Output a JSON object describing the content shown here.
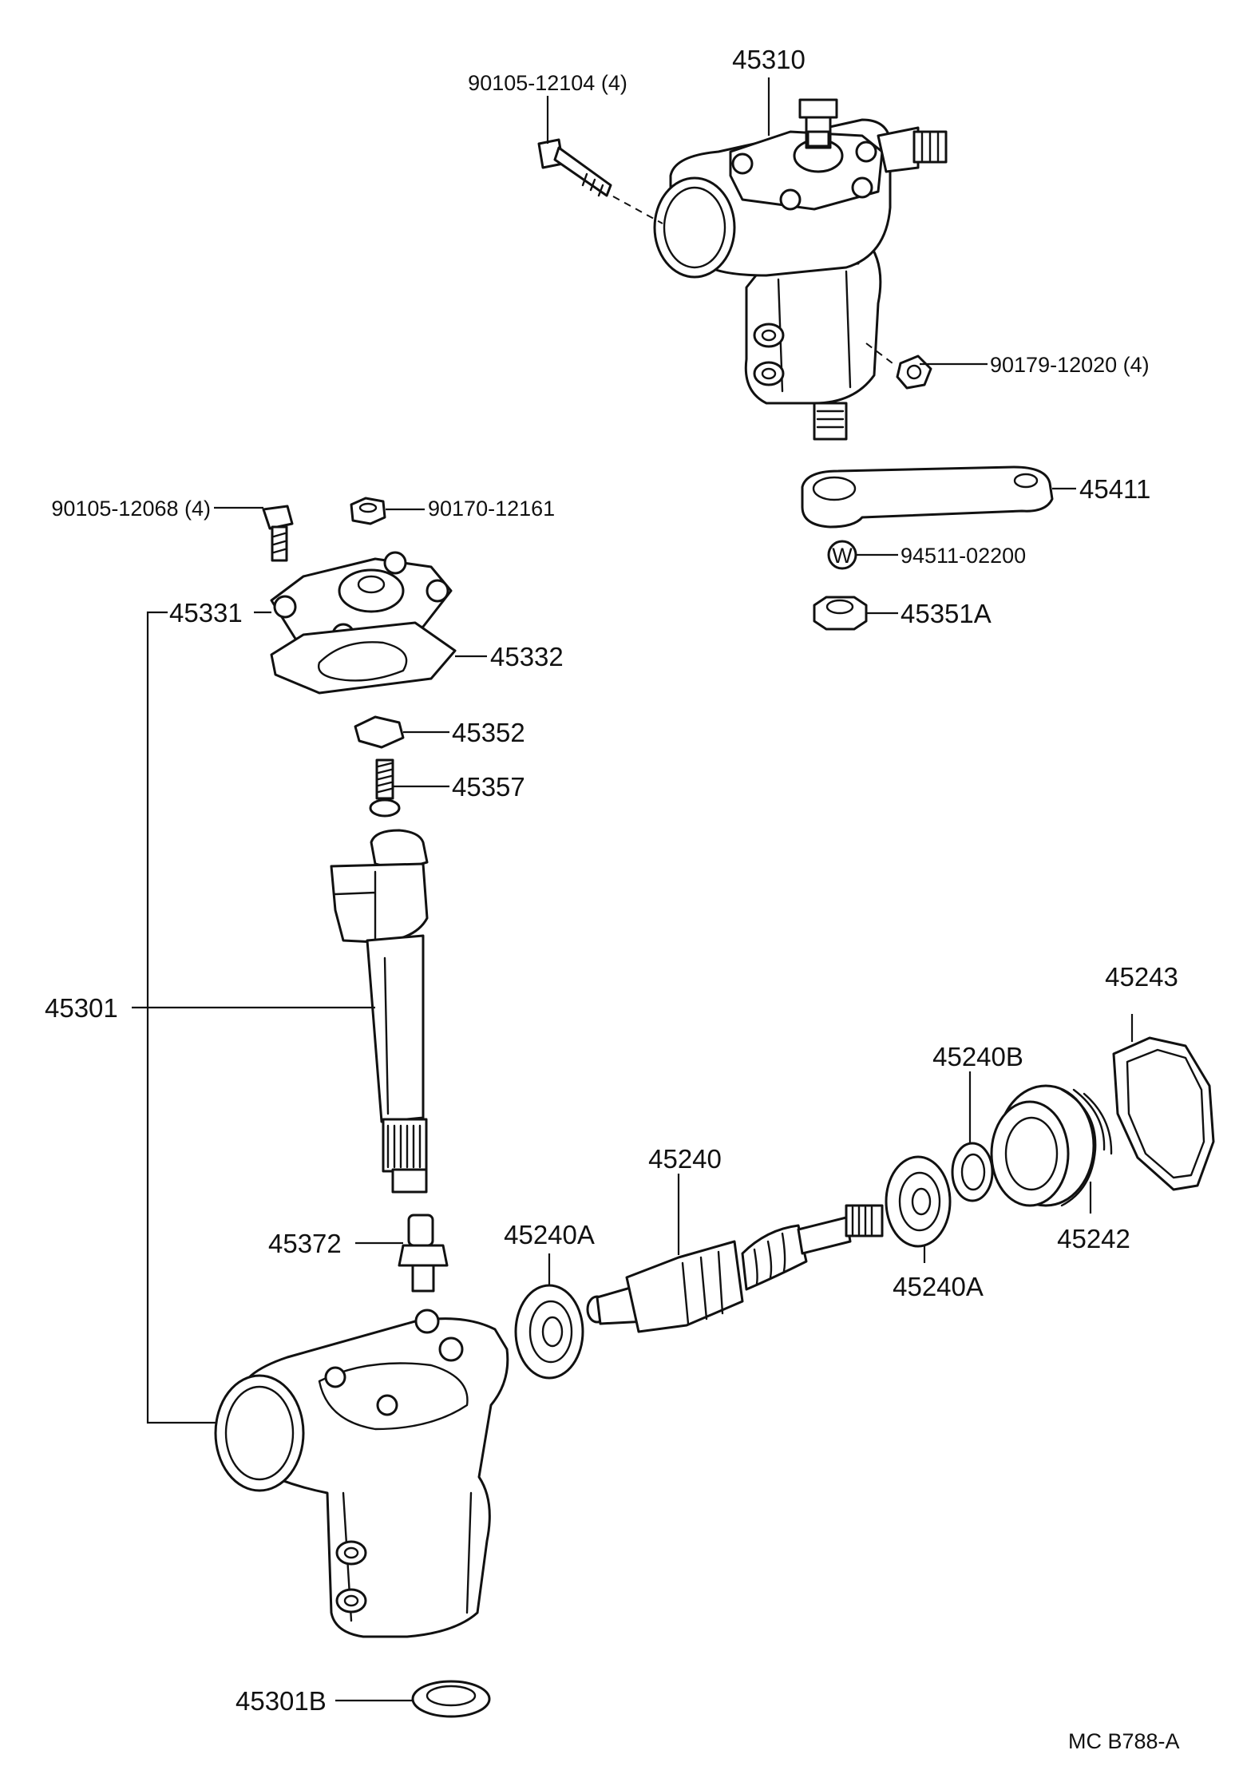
{
  "part_labels": {
    "p45310": "45310",
    "p90105_12104": "90105-12104 (4)",
    "p90179_12020": "90179-12020 (4)",
    "p45411": "45411",
    "p94511_02200": "94511-02200",
    "p45351a": "45351A",
    "p90105_12068": "90105-12068 (4)",
    "p90170_12161": "90170-12161",
    "p45331": "45331",
    "p45332": "45332",
    "p45352": "45352",
    "p45357": "45357",
    "p45301": "45301",
    "p45372": "45372",
    "p45240a_left": "45240A",
    "p45240": "45240",
    "p45240b": "45240B",
    "p45243": "45243",
    "p45240a_right": "45240A",
    "p45242": "45242",
    "p45301b": "45301B"
  },
  "washer_symbol": "W",
  "diagram_code": "MC  B788-A"
}
